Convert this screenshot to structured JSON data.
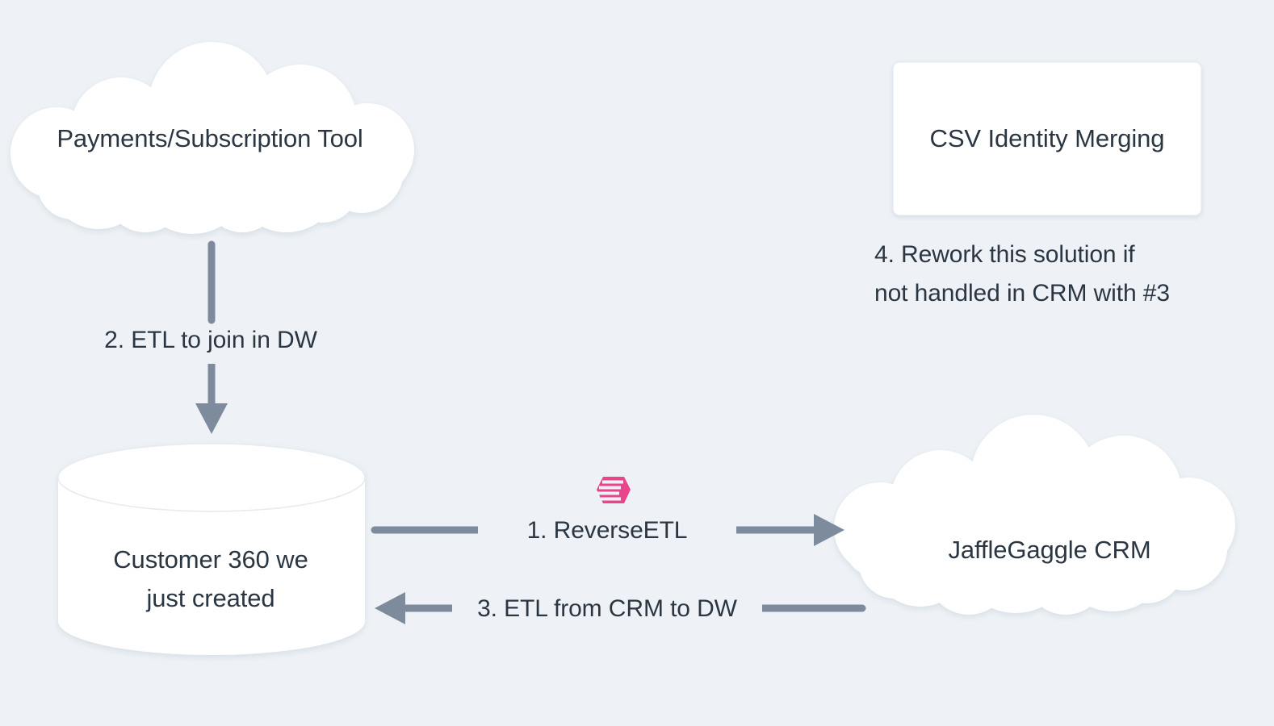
{
  "diagram": {
    "type": "flow-diagram",
    "background_color": "#eef2f6",
    "text_color": "#2b3643",
    "edge_color": "#7d8b9c",
    "node_fill": "#ffffff",
    "accent_color": "#e8458b",
    "nodes": [
      {
        "id": "payments",
        "shape": "cloud",
        "label": "Payments/Subscription Tool"
      },
      {
        "id": "csv",
        "shape": "rectangle",
        "label": "CSV Identity Merging"
      },
      {
        "id": "warehouse",
        "shape": "cylinder",
        "label": "Customer 360 we\njust created"
      },
      {
        "id": "crm",
        "shape": "cloud",
        "label": "JaffleGaggle CRM"
      }
    ],
    "edges": [
      {
        "id": "edge-2",
        "from": "payments",
        "to": "warehouse",
        "direction": "down",
        "label": "2. ETL to join in DW"
      },
      {
        "id": "edge-1",
        "from": "warehouse",
        "to": "crm",
        "direction": "right",
        "label": "1. ReverseETL",
        "icon": "hightouch-logo"
      },
      {
        "id": "edge-3",
        "from": "crm",
        "to": "warehouse",
        "direction": "left",
        "label": "3. ETL from CRM to DW"
      }
    ],
    "annotations": [
      {
        "id": "annotation-4",
        "target": "csv",
        "text": "4. Rework this solution if\nnot handled in CRM with #3"
      }
    ]
  }
}
